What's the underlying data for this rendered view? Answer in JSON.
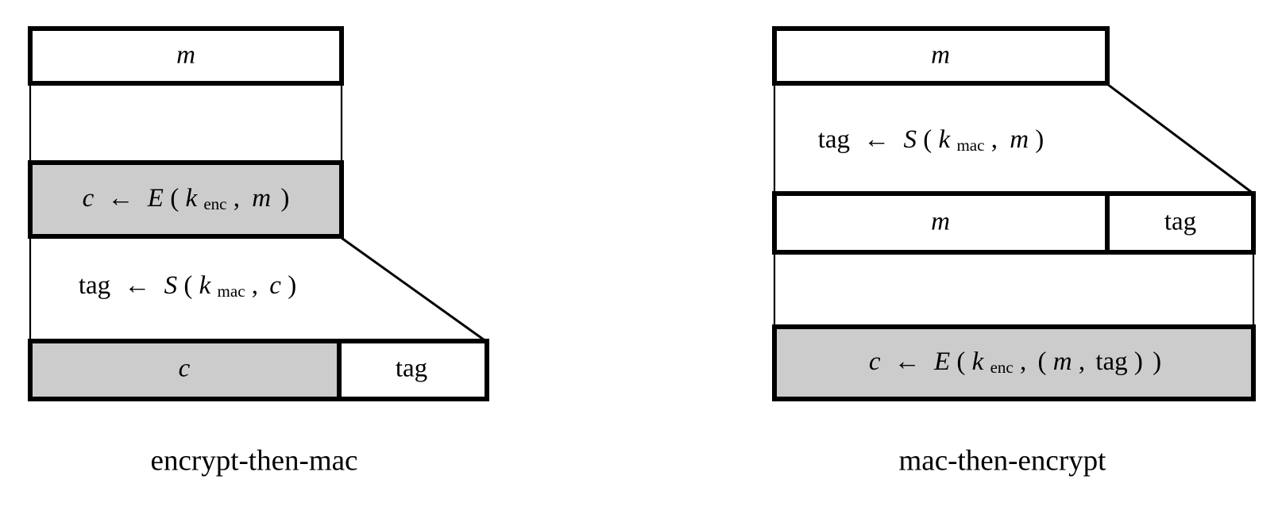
{
  "figure": {
    "title_left": "encrypt-then-mac",
    "title_right": "mac-then-encrypt",
    "background_color": "#ffffff",
    "line_color": "#000000",
    "highlight_fill": "#cccccc",
    "plain_fill": "#ffffff"
  },
  "left_panel": {
    "caption": "encrypt-then-mac",
    "rows": [
      {
        "name": "message-row",
        "segments": [
          {
            "label": "m",
            "style": "italic",
            "fill": "#ffffff"
          }
        ]
      },
      {
        "name": "encrypt-step-row",
        "label_parts": {
          "output": "c",
          "arrow": "←",
          "func": "E",
          "open": "(",
          "key_base": "k",
          "key_sub": "enc",
          "comma": ",",
          "arg": "m",
          "close": " )"
        },
        "label_text": "c ← E(k_enc, m )",
        "fill": "#cccccc"
      },
      {
        "name": "mac-step-row",
        "label_parts": {
          "output": "tag",
          "arrow": "←",
          "func": "S",
          "open": "(",
          "key_base": "k",
          "key_sub": "mac",
          "comma": ",",
          "arg": "c",
          "close": ")"
        },
        "label_text": "tag ← S(k_mac, c)",
        "fill": "#ffffff"
      },
      {
        "name": "output-row",
        "segments": [
          {
            "label": "c",
            "style": "italic",
            "fill": "#cccccc"
          },
          {
            "label": "tag",
            "style": "upright",
            "fill": "#ffffff"
          }
        ]
      }
    ]
  },
  "right_panel": {
    "caption": "mac-then-encrypt",
    "rows": [
      {
        "name": "message-row",
        "segments": [
          {
            "label": "m",
            "style": "italic",
            "fill": "#ffffff"
          }
        ]
      },
      {
        "name": "mac-step-row",
        "label_parts": {
          "output": "tag",
          "arrow": "←",
          "func": "S",
          "open": "(",
          "key_base": "k",
          "key_sub": "mac",
          "comma": ",",
          "arg": "m",
          "close": ")"
        },
        "label_text": "tag ← S(k_mac, m)",
        "fill": "#ffffff"
      },
      {
        "name": "message-tag-row",
        "segments": [
          {
            "label": "m",
            "style": "italic",
            "fill": "#ffffff"
          },
          {
            "label": "tag",
            "style": "upright",
            "fill": "#ffffff"
          }
        ]
      },
      {
        "name": "encrypt-step-row",
        "label_parts": {
          "output": "c",
          "arrow": "←",
          "func": "E",
          "open": "(",
          "key_base": "k",
          "key_sub": "enc",
          "comma": ",",
          "arg_open": " (",
          "arg_m": "m",
          "arg_comma": ",",
          "arg_tag": "tag",
          "arg_close": ")",
          "close": " )"
        },
        "label_text": "c ← E(k_enc, (m, tag) )",
        "fill": "#cccccc"
      }
    ]
  }
}
